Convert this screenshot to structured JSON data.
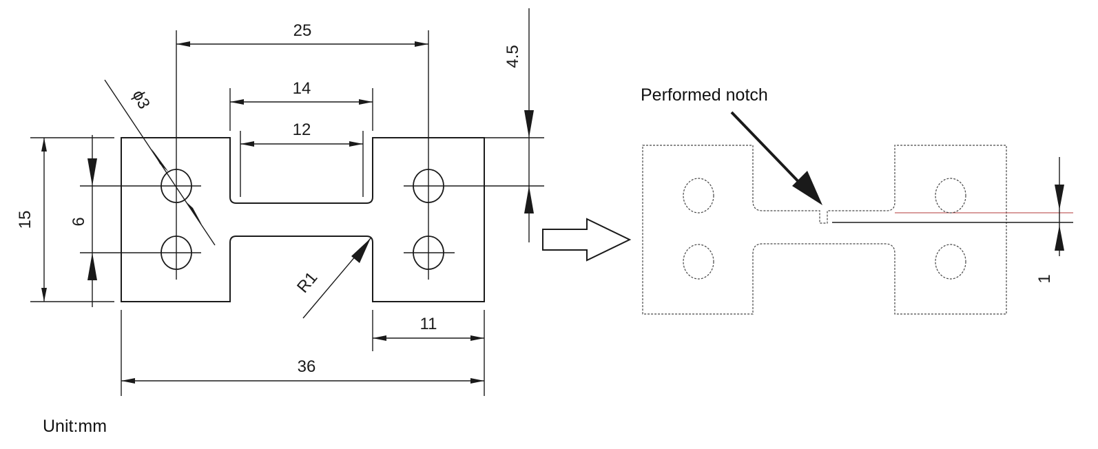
{
  "left_view": {
    "dimensions": {
      "dim_25": "25",
      "dim_14": "14",
      "dim_12": "12",
      "dim_4_5": "4.5",
      "dim_15": "15",
      "dim_6": "6",
      "dim_phi3": "ϕ3",
      "dim_r1": "R1",
      "dim_11": "11",
      "dim_36": "36"
    }
  },
  "right_view": {
    "callout": "Performed notch",
    "dim_1": "1"
  },
  "unit_label": "Unit:mm",
  "colors": {
    "line": "#1a1a1a",
    "notch_line": "#b03a3a",
    "background": "#ffffff"
  }
}
